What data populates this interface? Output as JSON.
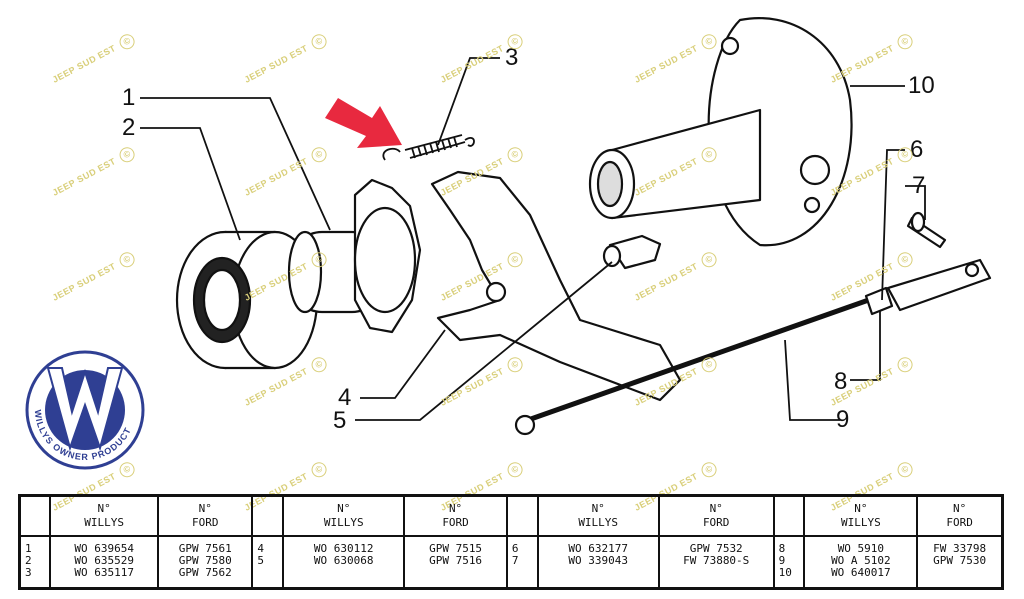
{
  "watermark": {
    "text": "JEEP SUD EST",
    "symbol": "©"
  },
  "logo": {
    "letter": "W",
    "text": "WILLYS OWNER PRODUCT",
    "registered": "®"
  },
  "callouts": [
    "1",
    "2",
    "3",
    "4",
    "5",
    "6",
    "7",
    "8",
    "9",
    "10"
  ],
  "table": {
    "groups": [
      {
        "header_num": "N°",
        "header_willys": "WILLYS",
        "header_ford": "FORD",
        "rows": [
          {
            "n": "1",
            "willys": "WO 639654",
            "ford": "GPW 7561"
          },
          {
            "n": "2",
            "willys": "WO 635529",
            "ford": "GPW 7580"
          },
          {
            "n": "3",
            "willys": "WO 635117",
            "ford": "GPW 7562"
          }
        ]
      },
      {
        "header_num": "N°",
        "header_willys": "WILLYS",
        "header_ford": "FORD",
        "rows": [
          {
            "n": "4",
            "willys": "WO 630112",
            "ford": "GPW 7515"
          },
          {
            "n": "5",
            "willys": "WO 630068",
            "ford": "GPW 7516"
          }
        ]
      },
      {
        "header_num": "N°",
        "header_willys": "WILLYS",
        "header_ford": "FORD",
        "rows": [
          {
            "n": "6",
            "willys": "WO 632177",
            "ford": "GPW 7532"
          },
          {
            "n": "7",
            "willys": "WO 339043",
            "ford": "FW 73880-S"
          }
        ]
      },
      {
        "header_num": "N°",
        "header_willys": "WILLYS",
        "header_ford": "FORD",
        "rows": [
          {
            "n": "8",
            "willys": "WO 5910",
            "ford": "FW 33798"
          },
          {
            "n": "9",
            "willys": "WO A 5102",
            "ford": "GPW 7530"
          },
          {
            "n": "10",
            "willys": "WO 640017",
            "ford": ""
          }
        ]
      }
    ]
  },
  "colors": {
    "arrow": "#e8293f",
    "logo_blue": "#2f3f93",
    "watermark": "#d9cf7a",
    "ink": "#111111"
  }
}
